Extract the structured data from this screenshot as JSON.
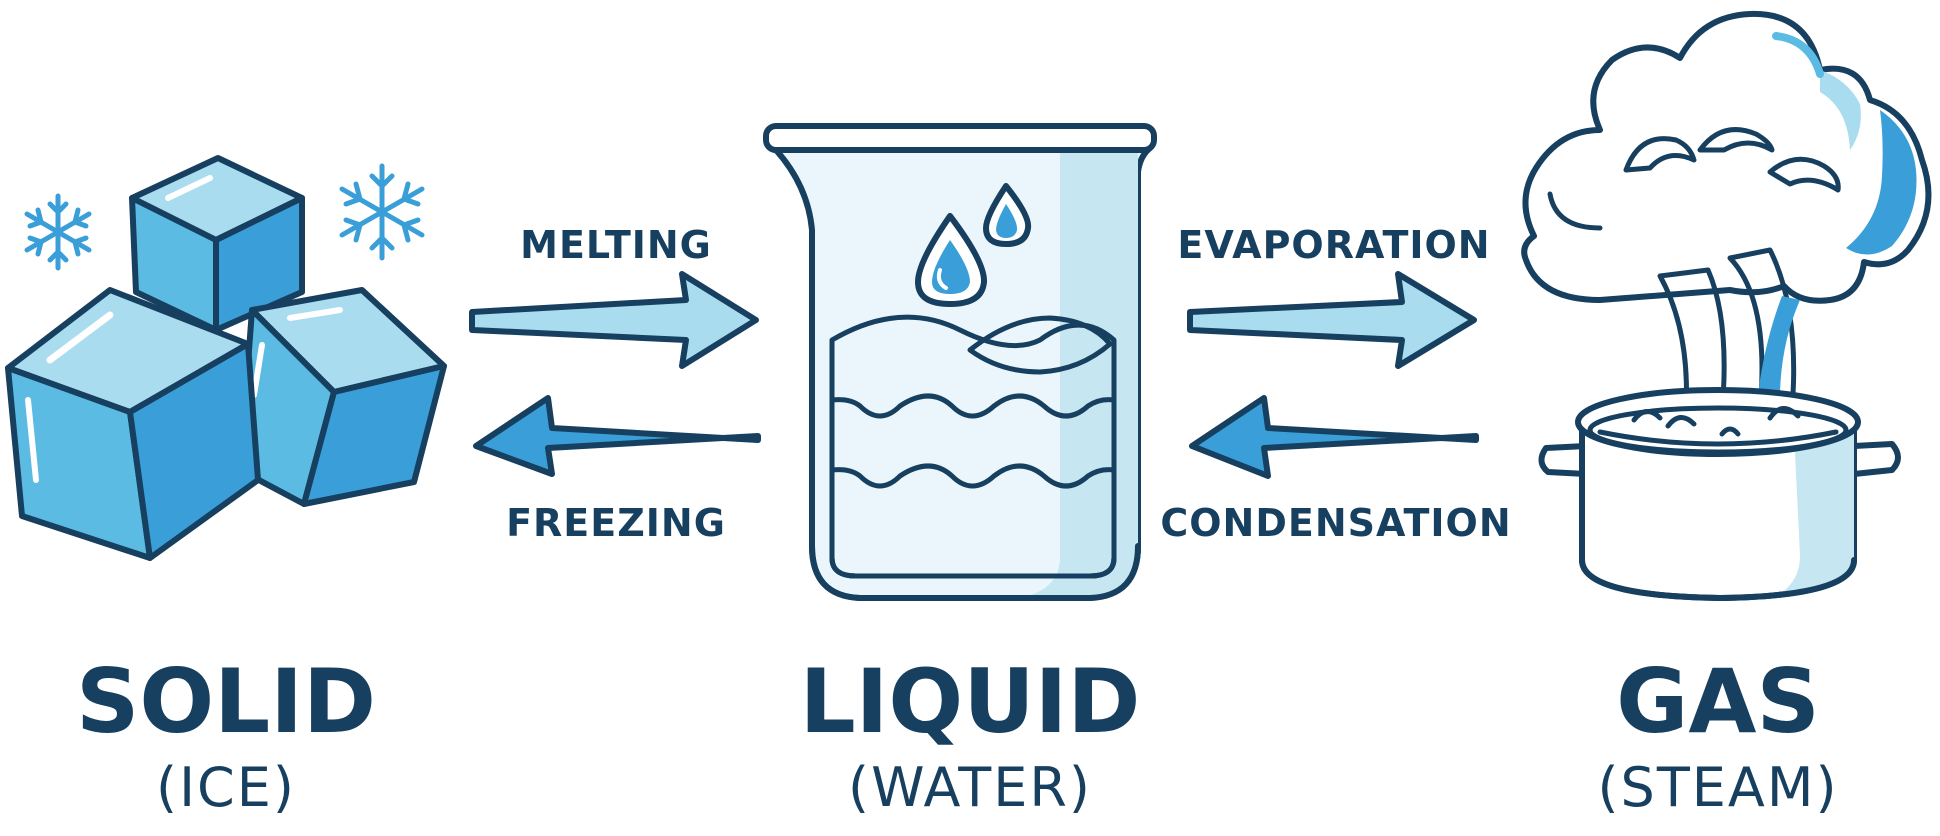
{
  "processes": {
    "melting": "MELTING",
    "freezing": "FREEZING",
    "evaporation": "EVAPORATION",
    "condensation": "CONDENSATION"
  },
  "states": {
    "solid": {
      "name": "SOLID",
      "detail": "(ICE)"
    },
    "liquid": {
      "name": "LIQUID",
      "detail": "(WATER)"
    },
    "gas": {
      "name": "GAS",
      "detail": "(STEAM)"
    }
  },
  "colors": {
    "outline": "#173f5f",
    "light_blue": "#a9dcef",
    "mid_blue": "#5bbbe3",
    "deep_blue": "#3a9fd8",
    "pale_blue": "#d3ecf6"
  },
  "icons": [
    "ice-cubes-icon",
    "snowflake-icon",
    "beaker-icon",
    "water-drop-icon",
    "boiling-pot-icon",
    "steam-cloud-icon"
  ]
}
